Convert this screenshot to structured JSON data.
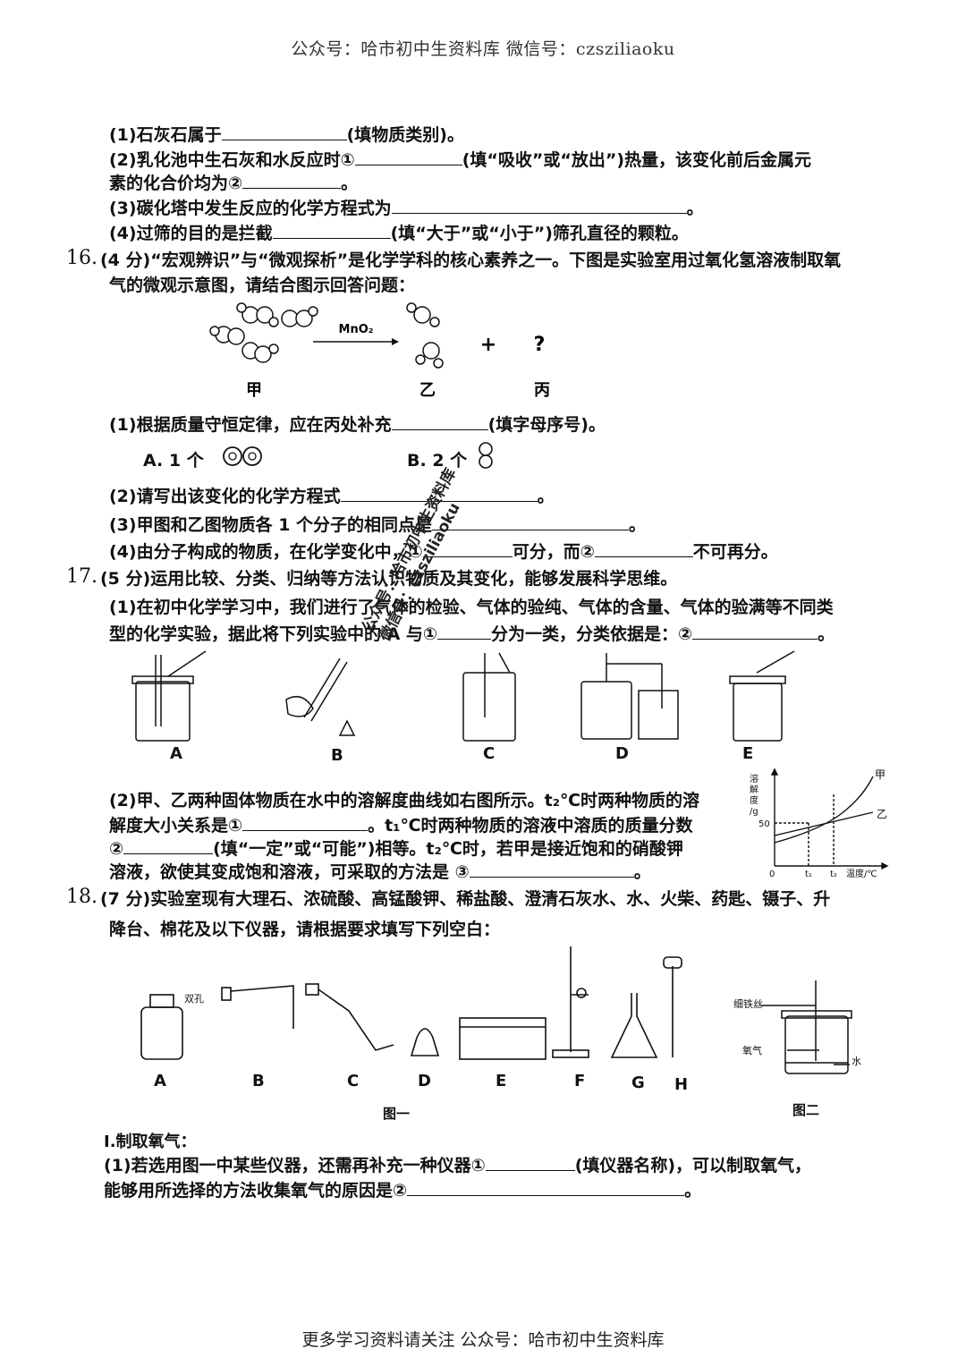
{
  "header": "公众号：哈市初中生资料库    微信号：czsziliaoku",
  "footer": "更多学习资料请关注 公众号：哈市初中生资料库",
  "q15": {
    "l1a": "(1)石灰石属于",
    "l1b": "(填物质类别)。",
    "l2a": "(2)乳化池中生石灰和水反应时①",
    "l2b": "(填“吸收”或“放出”)热量，该变化前后金属元",
    "l3a": "素的化合价均为②",
    "l3b": "。",
    "l4a": "(3)碳化塔中发生反应的化学方程式为",
    "l4b": "。",
    "l5a": "(4)过筛的目的是拦截",
    "l5b": "(填“大于”或“小于”)筛孔直径的颗粒。"
  },
  "q16": {
    "no": "16.",
    "l1": "(4 分)“宏观辨识”与“微观探析”是化学学科的核心素养之一。下图是实验室用过氧化氢溶液制取氧",
    "l2": "气的微观示意图，请结合图示回答问题：",
    "catalyst": "MnO₂",
    "plus": "+",
    "qmark": "?",
    "labels": [
      "甲",
      "乙",
      "丙"
    ],
    "s1a": "(1)根据质量守恒定律，应在丙处补充",
    "s1b": "(填字母序号)。",
    "optA": "A. 1 个",
    "optB": "B. 2 个",
    "s2a": "(2)请写出该变化的化学方程式",
    "s2b": "。",
    "s3a": "(3)甲图和乙图物质各 1 个分子的相同点是",
    "s3b": "。",
    "s4a": "(4)由分子构成的物质，在化学变化中，①",
    "s4b": "可分，而②",
    "s4c": "不可再分。"
  },
  "q17": {
    "no": "17.",
    "l1": "(5 分)运用比较、分类、归纳等方法认识物质及其变化，能够发展科学思维。",
    "l2": "(1)在初中化学学习中，我们进行了气体的检验、气体的验纯、气体的含量、气体的验满等不同类",
    "l3a": "型的化学实验，据此将下列实验中的 A 与①",
    "l3b": "分为一类，分类依据是：②",
    "l3c": "。",
    "apparatus": [
      "A",
      "B",
      "C",
      "D",
      "E"
    ],
    "p2l1": "(2)甲、乙两种固体物质在水中的溶解度曲线如右图所示。t₂℃时两种物质的溶",
    "p2l2a": "解度大小关系是①",
    "p2l2b": "。t₁℃时两种物质的溶液中溶质的质量分数",
    "p2l3a": "②",
    "p2l3b": "(填“一定”或“可能”)相等。t₂℃时，若甲是接近饱和的硝酸钾",
    "p2l4a": "溶液，欲使其变成饱和溶液，可采取的方法是 ③",
    "p2l4b": "。"
  },
  "q18": {
    "no": "18.",
    "l1": "(7 分)实验室现有大理石、浓硫酸、高锰酸钾、稀盐酸、澄清石灰水、水、火柴、药匙、镊子、升",
    "l2": "降台、棉花及以下仪器，请根据要求填写下列空白：",
    "instruments": [
      "A",
      "B",
      "C",
      "D",
      "E",
      "F",
      "G",
      "H"
    ],
    "fig1": "图一",
    "fig2": "图二",
    "i1": "Ⅰ.制取氧气：",
    "i2a": "(1)若选用图一中某些仪器，还需再补充一种仪器①",
    "i2b": "(填仪器名称)，可以制取氧气，",
    "i3a": "能够用所选择的方法收集氧气的原因是②",
    "i3b": "。"
  }
}
